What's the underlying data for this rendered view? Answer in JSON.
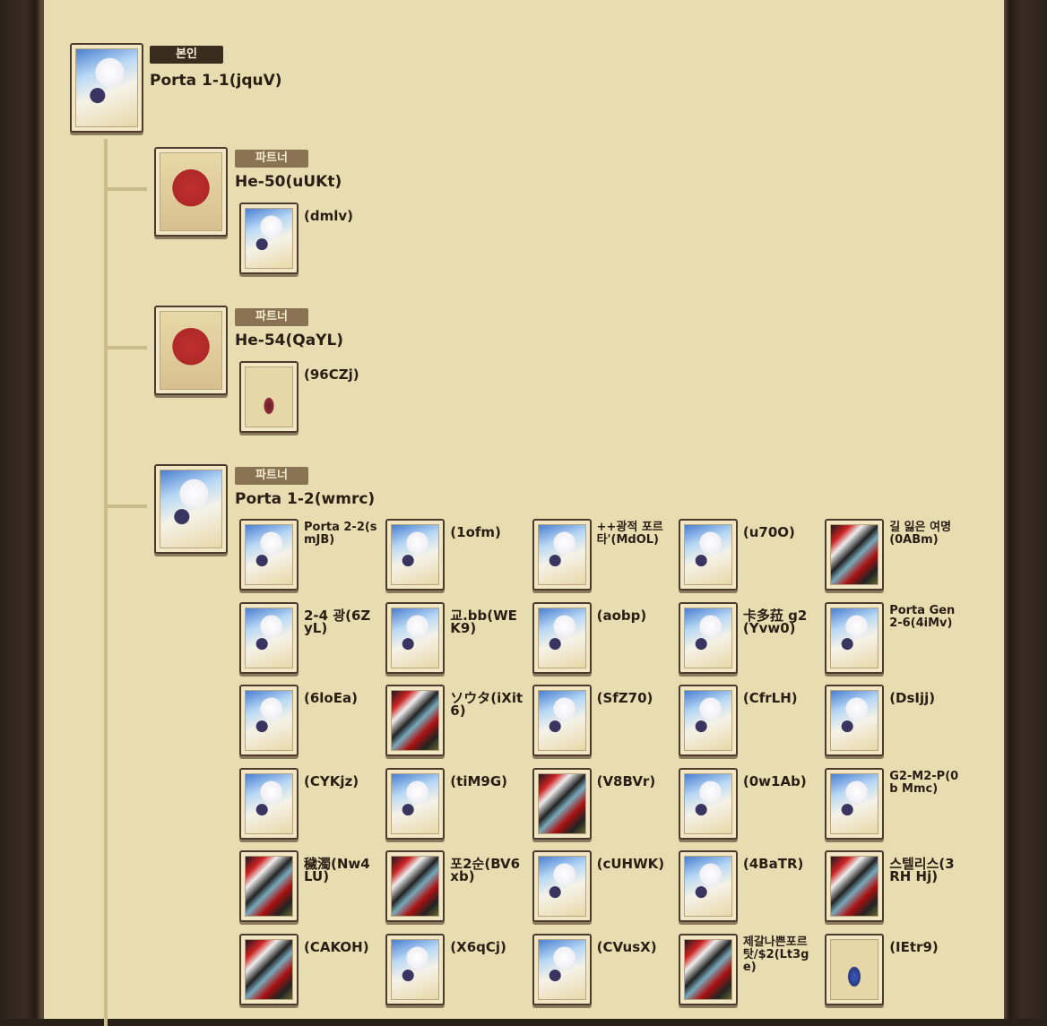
{
  "root": {
    "badge": "본인",
    "name": "Porta 1-1(jquV)",
    "avatar": "porta"
  },
  "partners": [
    {
      "badge": "파트너",
      "name": "He-50(uUKt)",
      "avatar": "he",
      "children": [
        {
          "label": "(dmlv)",
          "avatar": "porta"
        }
      ]
    },
    {
      "badge": "파트너",
      "name": "He-54(QaYL)",
      "avatar": "he",
      "children": [
        {
          "label": "(96CZj)",
          "avatar": "cup"
        }
      ]
    },
    {
      "badge": "파트너",
      "name": "Porta 1-2(wmrc)",
      "avatar": "porta",
      "children": [
        {
          "label": "Porta 2-2(smJB)",
          "avatar": "porta"
        },
        {
          "label": "(1ofm)",
          "avatar": "porta"
        },
        {
          "label": "++광적 포르타'(MdOL)",
          "avatar": "porta"
        },
        {
          "label": "(u70O)",
          "avatar": "porta"
        },
        {
          "label": "길 잃은 여명(0ABm)",
          "avatar": "mech"
        },
        {
          "label": "2-4 광(6ZyL)",
          "avatar": "porta"
        },
        {
          "label": "교.bb(WEK9)",
          "avatar": "porta"
        },
        {
          "label": "(aobp)",
          "avatar": "porta"
        },
        {
          "label": "卡多菈 g2(Yvw0)",
          "avatar": "porta"
        },
        {
          "label": "Porta Gen 2-6(4iMv)",
          "avatar": "porta"
        },
        {
          "label": "(6loEa)",
          "avatar": "porta"
        },
        {
          "label": "ソウタ(iXit6)",
          "avatar": "mech"
        },
        {
          "label": "(SfZ70)",
          "avatar": "porta"
        },
        {
          "label": "(CfrLH)",
          "avatar": "porta"
        },
        {
          "label": "(DsIjj)",
          "avatar": "porta"
        },
        {
          "label": "(CYKjz)",
          "avatar": "porta"
        },
        {
          "label": "(tiM9G)",
          "avatar": "porta"
        },
        {
          "label": "(V8BVr)",
          "avatar": "mech"
        },
        {
          "label": "(0w1Ab)",
          "avatar": "porta"
        },
        {
          "label": "G2-M2-P(0b Mmc)",
          "avatar": "porta"
        },
        {
          "label": "穢濁(Nw4LU)",
          "avatar": "mech"
        },
        {
          "label": "포2순(BV6xb)",
          "avatar": "mech"
        },
        {
          "label": "(cUHWK)",
          "avatar": "porta"
        },
        {
          "label": "(4BaTR)",
          "avatar": "porta"
        },
        {
          "label": "스텔리스(3RH Hj)",
          "avatar": "mech"
        },
        {
          "label": "(CAKOH)",
          "avatar": "mech"
        },
        {
          "label": "(X6qCj)",
          "avatar": "porta"
        },
        {
          "label": "(CVusX)",
          "avatar": "porta"
        },
        {
          "label": "제갈나쁜포르 탓/$2(Lt3ge)",
          "avatar": "mech"
        },
        {
          "label": "(IEtr9)",
          "avatar": "gem"
        }
      ]
    }
  ]
}
